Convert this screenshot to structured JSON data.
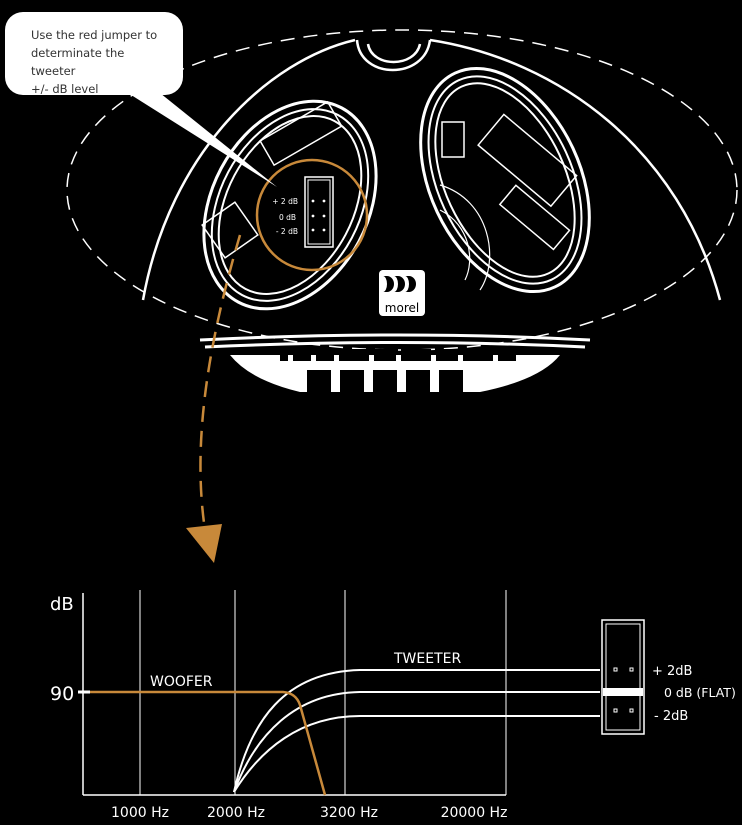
{
  "callout": {
    "text": [
      "Use the red jumper to",
      "determinate the tweeter",
      "+/- dB level"
    ]
  },
  "board_jumper_labels": [
    "+ 2 dB",
    "0 dB",
    "- 2 dB"
  ],
  "logo": {
    "text": "morel"
  },
  "graph": {
    "y_axis_label": "dB",
    "y_tick": "90",
    "x_ticks": [
      "1000 Hz",
      "2000 Hz",
      "3200 Hz",
      "20000 Hz"
    ],
    "woofer_label": "WOOFER",
    "tweeter_label": "TWEETER",
    "jumper_labels": [
      "+ 2dB",
      "0 dB (FLAT)",
      "- 2dB"
    ]
  },
  "colors": {
    "accent": "#c8893a",
    "background": "#000000",
    "line": "#ffffff"
  }
}
